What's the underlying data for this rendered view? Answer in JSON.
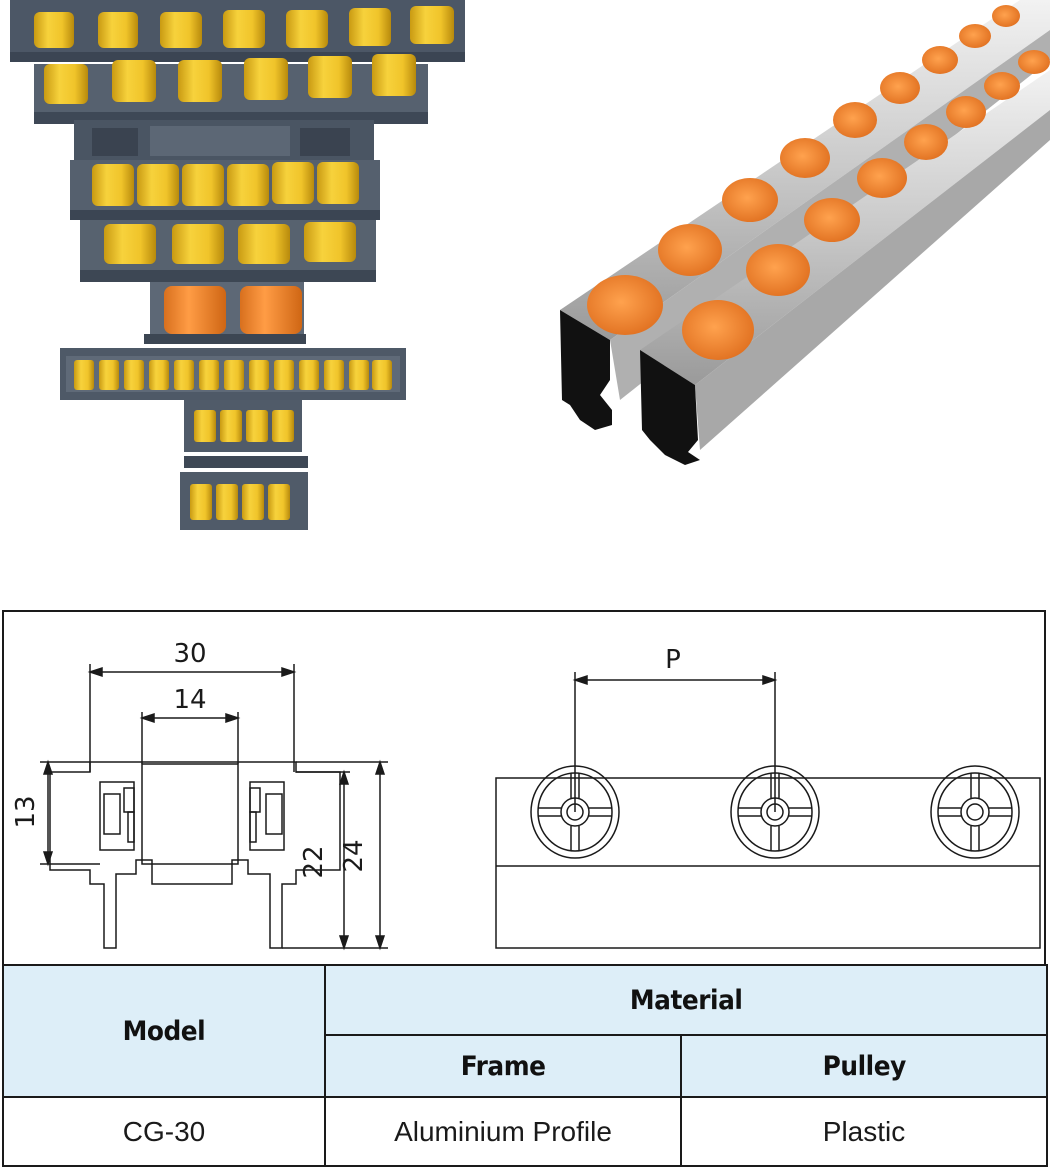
{
  "dimensions": {
    "width_overall": "30",
    "width_channel": "14",
    "height_upper": "13",
    "height_inner": "22",
    "height_total": "24",
    "pitch": "P"
  },
  "table": {
    "model_header": "Model",
    "material_header": "Material",
    "frame_header": "Frame",
    "pulley_header": "Pulley",
    "rows": [
      {
        "model": "CG-30",
        "frame": "Aluminium Profile",
        "pulley": "Plastic"
      }
    ]
  },
  "colors": {
    "roller_yellow": "#f0c42a",
    "roller_orange": "#f28a2e",
    "track_grey": "#4f5a68",
    "header_blue": "#ddeef8"
  }
}
